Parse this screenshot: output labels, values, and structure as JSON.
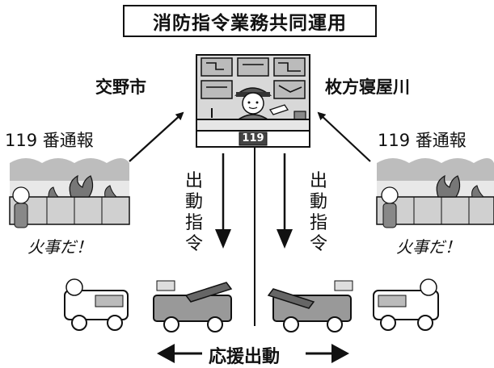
{
  "title": "消防指令業務共同運用",
  "cities": {
    "left": "交野市",
    "right": "枚方寝屋川"
  },
  "center": {
    "display_number": "119"
  },
  "report": {
    "left": "119 番通報",
    "right": "119 番通報"
  },
  "fire_shout": {
    "left": "火事だ！",
    "right": "火事だ！"
  },
  "dispatch": {
    "left": [
      "出",
      "動",
      "指",
      "令"
    ],
    "right": [
      "出",
      "動",
      "指",
      "令"
    ]
  },
  "support_label": "応援出動",
  "icons": [
    "dispatch-operator-icon",
    "monitor-wall-icon",
    "fire-scene-icon",
    "fire-engine-icon",
    "ladder-truck-icon"
  ]
}
